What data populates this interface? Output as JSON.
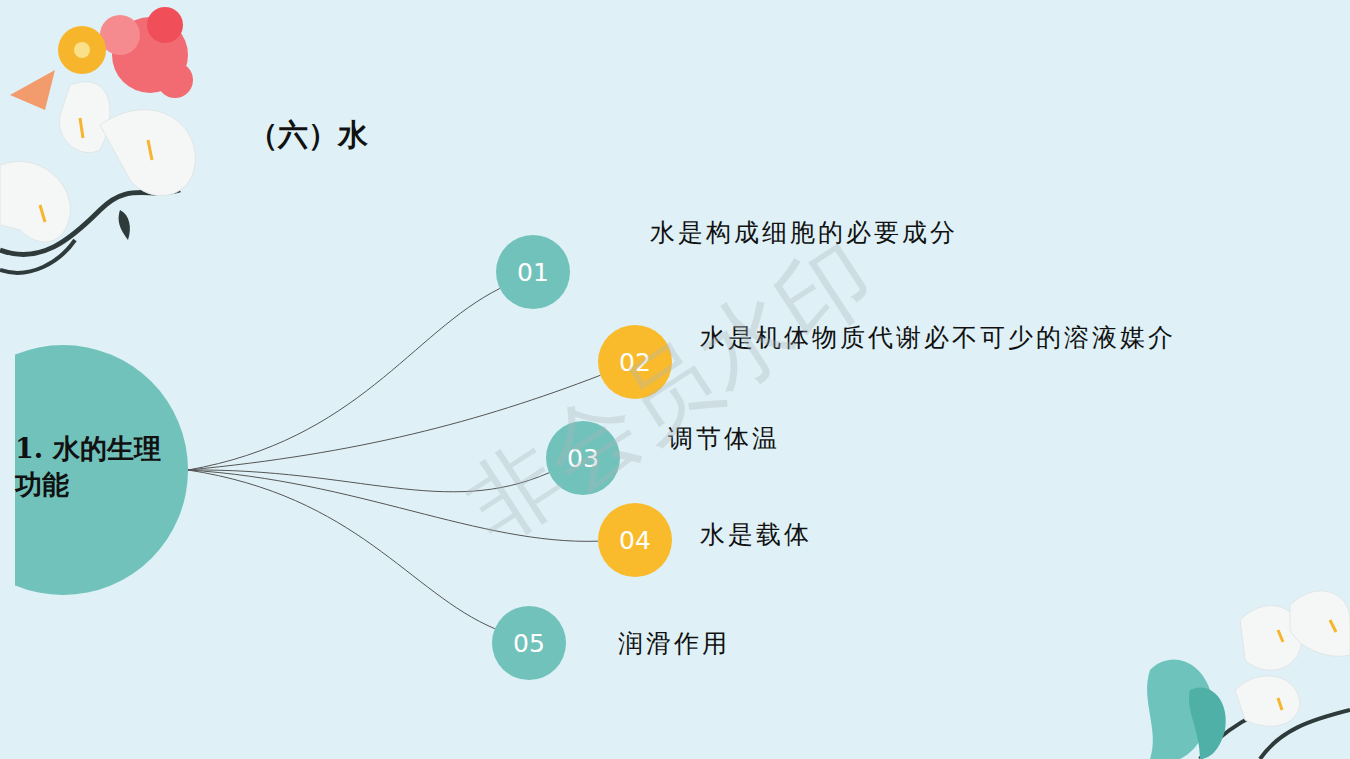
{
  "diagram": {
    "title": "（六）水",
    "nodes": [
      {
        "text": [
          "1. 水的生理功能"
        ]
      },
      {
        "text": [
          "01",
          "水是构成细胞的必要成分"
        ]
      },
      {
        "text": [
          "02",
          "水是机体物质代谢必不可少的溶液媒介"
        ]
      },
      {
        "text": [
          "03",
          "调节体温"
        ]
      },
      {
        "text": [
          "04",
          "水是载体"
        ]
      },
      {
        "text": [
          "05",
          "润滑作用"
        ]
      }
    ],
    "edges": [
      {
        "from": 0,
        "to": 1,
        "arrow": "none"
      },
      {
        "from": 0,
        "to": 2,
        "arrow": "none"
      },
      {
        "from": 0,
        "to": 3,
        "arrow": "none"
      },
      {
        "from": 0,
        "to": 4,
        "arrow": "none"
      },
      {
        "from": 0,
        "to": 5,
        "arrow": "none"
      }
    ],
    "labels": [
      "非会员水印"
    ]
  }
}
